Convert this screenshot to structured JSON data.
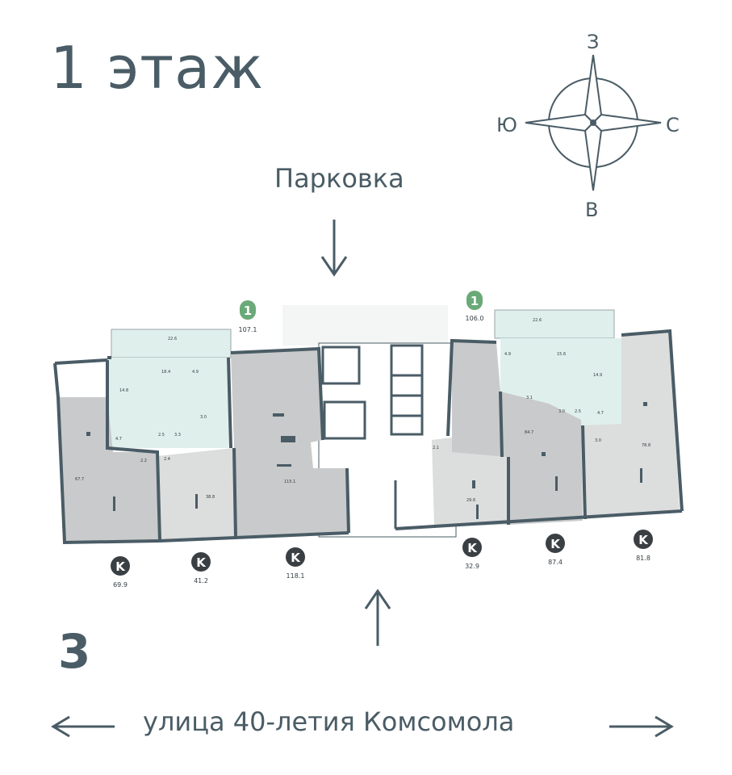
{
  "header": {
    "floor_title": "1 этаж"
  },
  "compass": {
    "north": "З",
    "south": "В",
    "east": "С",
    "west": "Ю"
  },
  "parking": {
    "label": "Парковка"
  },
  "section": {
    "number": "3"
  },
  "street": {
    "name": "улица 40-летия Комсомола"
  },
  "apartments": [
    {
      "badge": "1",
      "area": "107.1",
      "color": "#6aa978"
    },
    {
      "badge": "1",
      "area": "106.0",
      "color": "#6aa978"
    }
  ],
  "commercial": [
    {
      "badge": "K",
      "area": "69.9"
    },
    {
      "badge": "K",
      "area": "41.2"
    },
    {
      "badge": "K",
      "area": "118.1"
    },
    {
      "badge": "K",
      "area": "32.9"
    },
    {
      "badge": "K",
      "area": "87.4"
    },
    {
      "badge": "K",
      "area": "81.8"
    }
  ],
  "room_labels": {
    "terrace_left": "22.6",
    "terrace_right": "22.6",
    "left_bedroom": "14.8",
    "left_living": "18.4",
    "left_kitchen": "4.9",
    "left_bath1": "4.7",
    "left_bath2": "2.5",
    "left_bath3": "3.3",
    "left_wc": "3.0",
    "left_hall1": "2.2",
    "left_hall2": "2.4",
    "right_kitchen": "4.9",
    "right_living": "15.6",
    "right_bedroom": "14.9",
    "right_bath1": "3.1",
    "right_bath2": "3.0",
    "right_bath3": "2.5",
    "right_bath4": "4.7",
    "right_wc": "3.0",
    "shop1": "67.7",
    "shop2": "38.8",
    "shop3": "115.1",
    "shop4": "29.6",
    "shop5": "84.7",
    "shop6": "78.8",
    "shop4_wc": "2.1"
  },
  "colors": {
    "wall": "#4a5c66",
    "commercial_fill": "#c9cacb",
    "commercial_light": "#dcdddd",
    "apartment_fill": "#dff0ec",
    "badge_dark": "#3a3f44",
    "badge_green": "#6aa978"
  }
}
